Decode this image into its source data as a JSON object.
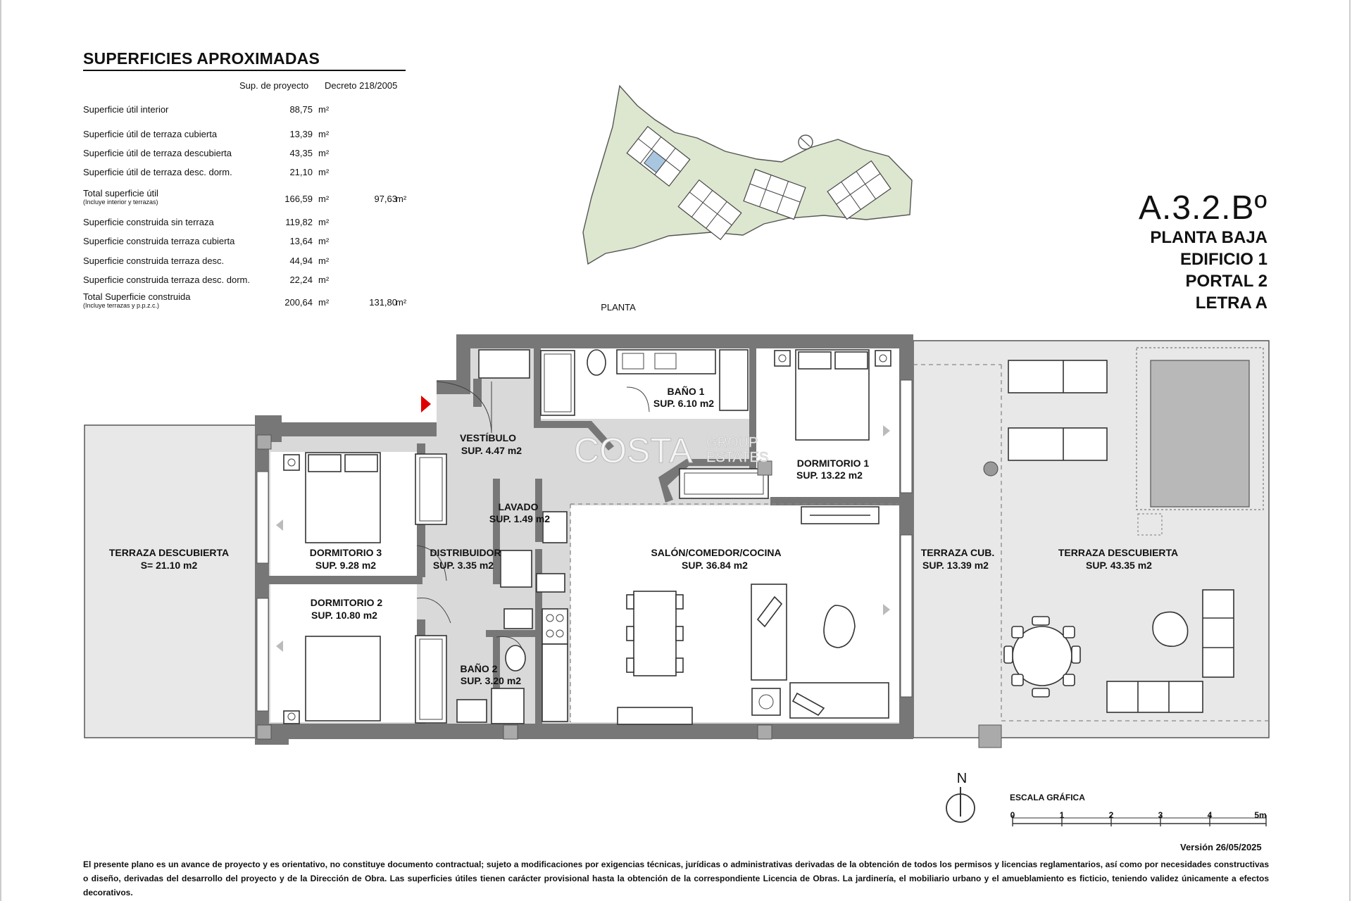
{
  "table": {
    "title": "SUPERFICIES APROXIMADAS",
    "col1_header": "Sup. de proyecto",
    "col2_header": "Decreto 218/2005",
    "rows": [
      {
        "label": "Superficie útil interior",
        "value": "88,75",
        "unit": "m²"
      },
      {
        "label": "Superficie útil de terraza cubierta",
        "value": "13,39",
        "unit": "m²"
      },
      {
        "label": "Superficie útil de terraza descubierta",
        "value": "43,35",
        "unit": "m²"
      },
      {
        "label": "Superficie útil de terraza desc. dorm.",
        "value": "21,10",
        "unit": "m²"
      },
      {
        "label": "Total superficie útil",
        "sublabel": "(Incluye interior y terrazas)",
        "value": "166,59",
        "unit": "m²",
        "value2": "97,63",
        "unit2": "m²"
      },
      {
        "label": "Superficie construida sin terraza",
        "value": "119,82",
        "unit": "m²"
      },
      {
        "label": "Superficie construida terraza cubierta",
        "value": "13,64",
        "unit": "m²"
      },
      {
        "label": "Superficie construida terraza desc.",
        "value": "44,94",
        "unit": "m²"
      },
      {
        "label": "Superficie construida terraza desc. dorm.",
        "value": "22,24",
        "unit": "m²"
      },
      {
        "label": "Total Superficie construida",
        "sublabel": "(Incluye terrazas y p.p.z.c.)",
        "value": "200,64",
        "unit": "m²",
        "value2": "131,80",
        "unit2": "m²"
      }
    ]
  },
  "site_plan": {
    "label": "PLANTA"
  },
  "identification": {
    "code": "A.3.2.Bº",
    "floor": "PLANTA BAJA",
    "building": "EDIFICIO 1",
    "portal": "PORTAL  2",
    "letter": "LETRA A"
  },
  "rooms": {
    "terraza_desc_dorm": {
      "name": "TERRAZA DESCUBIERTA",
      "area": "S= 21.10 m2"
    },
    "dormitorio3": {
      "name": "DORMITORIO 3",
      "area": "SUP. 9.28 m2"
    },
    "dormitorio2": {
      "name": "DORMITORIO 2",
      "area": "SUP. 10.80 m2"
    },
    "vestibulo": {
      "name": "VESTÍBULO",
      "area": "SUP. 4.47 m2"
    },
    "bano1": {
      "name": "BAÑO 1",
      "area": "SUP. 6.10 m2"
    },
    "lavado": {
      "name": "LAVADO",
      "area": "SUP. 1.49 m2"
    },
    "distribuidor": {
      "name": "DISTRIBUIDOR",
      "area": "SUP. 3.35 m2"
    },
    "bano2": {
      "name": "BAÑO 2",
      "area": "SUP. 3.20 m2"
    },
    "dormitorio1": {
      "name": "DORMITORIO 1",
      "area": "SUP. 13.22 m2"
    },
    "salon": {
      "name": "SALÓN/COMEDOR/COCINA",
      "area": "SUP. 36.84 m2"
    },
    "terraza_cub": {
      "name": "TERRAZA CUB.",
      "area": "SUP. 13.39 m2"
    },
    "terraza_desc": {
      "name": "TERRAZA DESCUBIERTA",
      "area": "SUP. 43.35 m2"
    }
  },
  "watermark": {
    "main": "COSTA",
    "group": "GROUP",
    "estates": "ESTATES"
  },
  "north": {
    "label": "N"
  },
  "scale": {
    "title": "ESCALA GRÁFICA",
    "ticks": [
      "0",
      "1",
      "2",
      "3",
      "4",
      "5m"
    ]
  },
  "version": "Versión 26/05/2025",
  "disclaimer": "El presente plano es un avance de proyecto y es orientativo, no constituye documento contractual; sujeto a modificaciones por exigencias técnicas, jurídicas o administrativas derivadas de la obtención de todos los permisos y licencias reglamentarios, así como por necesidades constructivas o diseño, derivadas del desarrollo del proyecto y de la Dirección de Obra. Las superficies útiles tienen carácter provisional hasta la obtención de la correspondiente Licencia de Obras. La jardinería, el mobiliario urbano y el amueblamiento es ficticio, teniendo validez únicamente a efectos decorativos.",
  "colors": {
    "accent_arrow": "#e00000",
    "site_green": "#dde6cf",
    "highlight": "#a9c6e0"
  }
}
